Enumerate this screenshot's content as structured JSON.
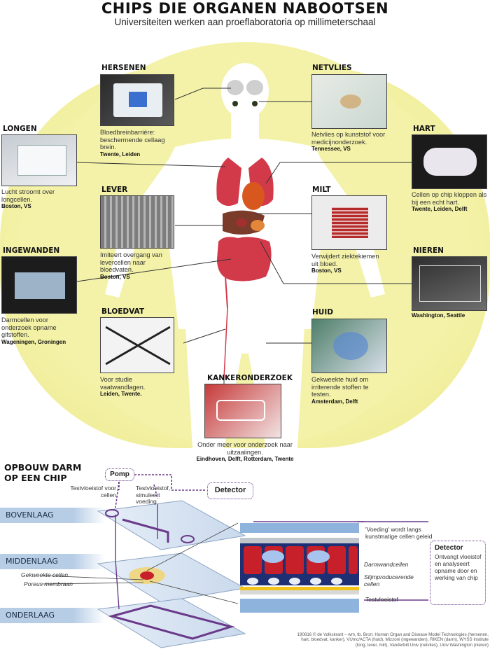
{
  "header": {
    "title": "CHIPS DIE ORGANEN NABOOTSEN",
    "subtitle": "Universiteiten werken aan proeflaboratoria op millimeterschaal"
  },
  "organs": [
    {
      "key": "hersenen",
      "label": "HERSENEN",
      "text": "Bloedbreinbarrière: beschermende cellaag brein.",
      "location": "Twente, Leiden"
    },
    {
      "key": "netvlies",
      "label": "NETVLIES",
      "text": "Netvlies op kunststof voor medicijnonderzoek.",
      "location": "Tennessee, VS"
    },
    {
      "key": "longen",
      "label": "LONGEN",
      "text": "Lucht stroomt over longcellen.",
      "location": "Boston, VS"
    },
    {
      "key": "hart",
      "label": "HART",
      "text": "Cellen op chip kloppen als bij een echt hart.",
      "location": "Twente, Leiden, Delft"
    },
    {
      "key": "lever",
      "label": "LEVER",
      "text": "Imiteert overgang van levercellen naar bloedvaten.",
      "location": "Boston, VS"
    },
    {
      "key": "milt",
      "label": "MILT",
      "text": "Verwijdert ziektekiemen uit bloed.",
      "location": "Boston, VS"
    },
    {
      "key": "ingewanden",
      "label": "INGEWANDEN",
      "text": "Darmcellen voor onderzoek opname gifstoffen.",
      "location": "Wageningen, Groningen"
    },
    {
      "key": "nieren",
      "label": "NIEREN",
      "text": "",
      "location": "Washington, Seattle"
    },
    {
      "key": "bloedvat",
      "label": "BLOEDVAT",
      "text": "Voor studie vaatwandlagen.",
      "location": "Leiden, Twente."
    },
    {
      "key": "huid",
      "label": "HUID",
      "text": "Gekweekte huid om irriterende stoffen te testen.",
      "location": "Amsterdam, Delft"
    },
    {
      "key": "kanker",
      "label": "KANKERONDERZOEK",
      "text": "Onder meer voor onderzoek naar uitzaaiingen.",
      "location": "Eindhoven, Delft, Rotterdam, Twente"
    }
  ],
  "diagram": {
    "title_line1": "OPBOUW DARM",
    "title_line2": "OP EEN CHIP",
    "pump": "Pomp",
    "detector": "Detector",
    "testvloeistof_cellen": "Testvloeistof voor cellen",
    "testvloeistof_voeding": "Testvloeistof, simuleert voeding",
    "layers": [
      "BOVENLAAG",
      "MIDDENLAAG",
      "ONDERLAAG"
    ],
    "gekweekte_cellen": "Gekweekte cellen",
    "poreus_membraan": "Poreus membraan",
    "voeding_note": "'Voeding' wordt langs kunstmatige cellen geleid",
    "darmwandcellen": "Darmwandcellen",
    "slijm": "Slijmproducerende cellen",
    "testvloeistof": "Testvloeistof",
    "detector2_title": "Detector",
    "detector2_text": "Ontvangt vloeistof en analyseert opname door en werking van chip",
    "credits": "190816 © de Volkskrant – wm, tb. Bron: Human Organ and Disease Model Technologies (hersenen, hart, bloedvat, kanker), VUmc/ACTA (huid), Mizzoni (ingewanden), RIKEN (darm), WYSS Institute (long, lever, milt), Vanderbilt Univ (netvlies), Univ Washington (nieren)"
  },
  "colors": {
    "background_glow": "#f3f2a8",
    "body_silhouette": "#ffffff",
    "organ_red": "#d23a4a",
    "connector": "#333333",
    "layer_blue": "#b7cde6",
    "channel_purple": "#6a3a8a"
  }
}
